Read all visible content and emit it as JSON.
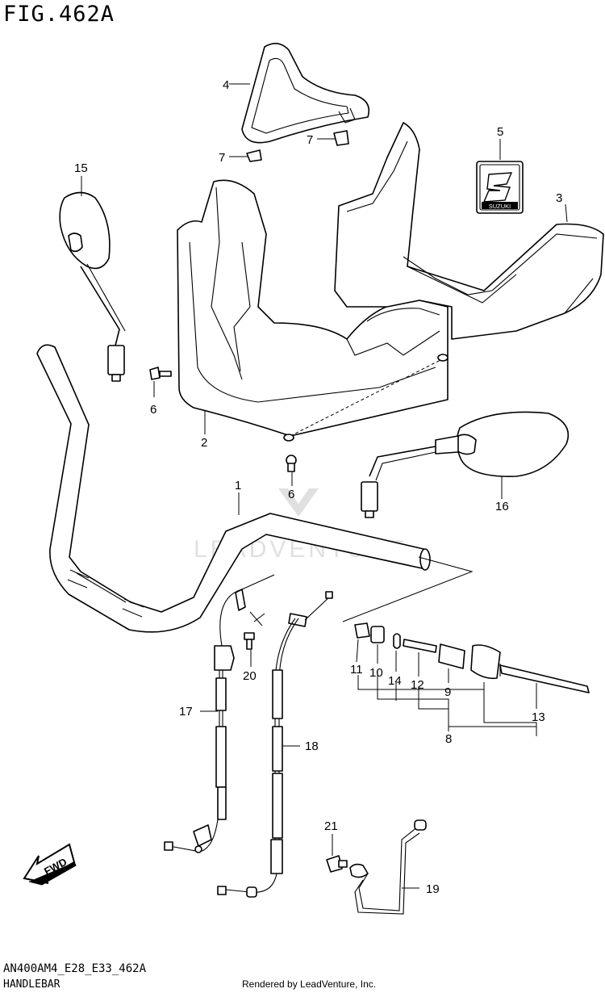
{
  "figure": {
    "title": "FIG.462A",
    "model_code": "AN400AM4_E28_E33_462A",
    "section_name": "HANDLEBAR",
    "credit": "Rendered by LeadVenture, Inc.",
    "watermark": "LEADVENTURE",
    "fwd_label": "FWD",
    "badge_text": "SUZUKI"
  },
  "callouts": {
    "c1": "1",
    "c2": "2",
    "c3": "3",
    "c4": "4",
    "c5": "5",
    "c6a": "6",
    "c6b": "6",
    "c7a": "7",
    "c7b": "7",
    "c8": "8",
    "c9": "9",
    "c10": "10",
    "c11": "11",
    "c12": "12",
    "c13": "13",
    "c14": "14",
    "c15": "15",
    "c16": "16",
    "c17": "17",
    "c18": "18",
    "c19": "19",
    "c20": "20",
    "c21": "21"
  }
}
